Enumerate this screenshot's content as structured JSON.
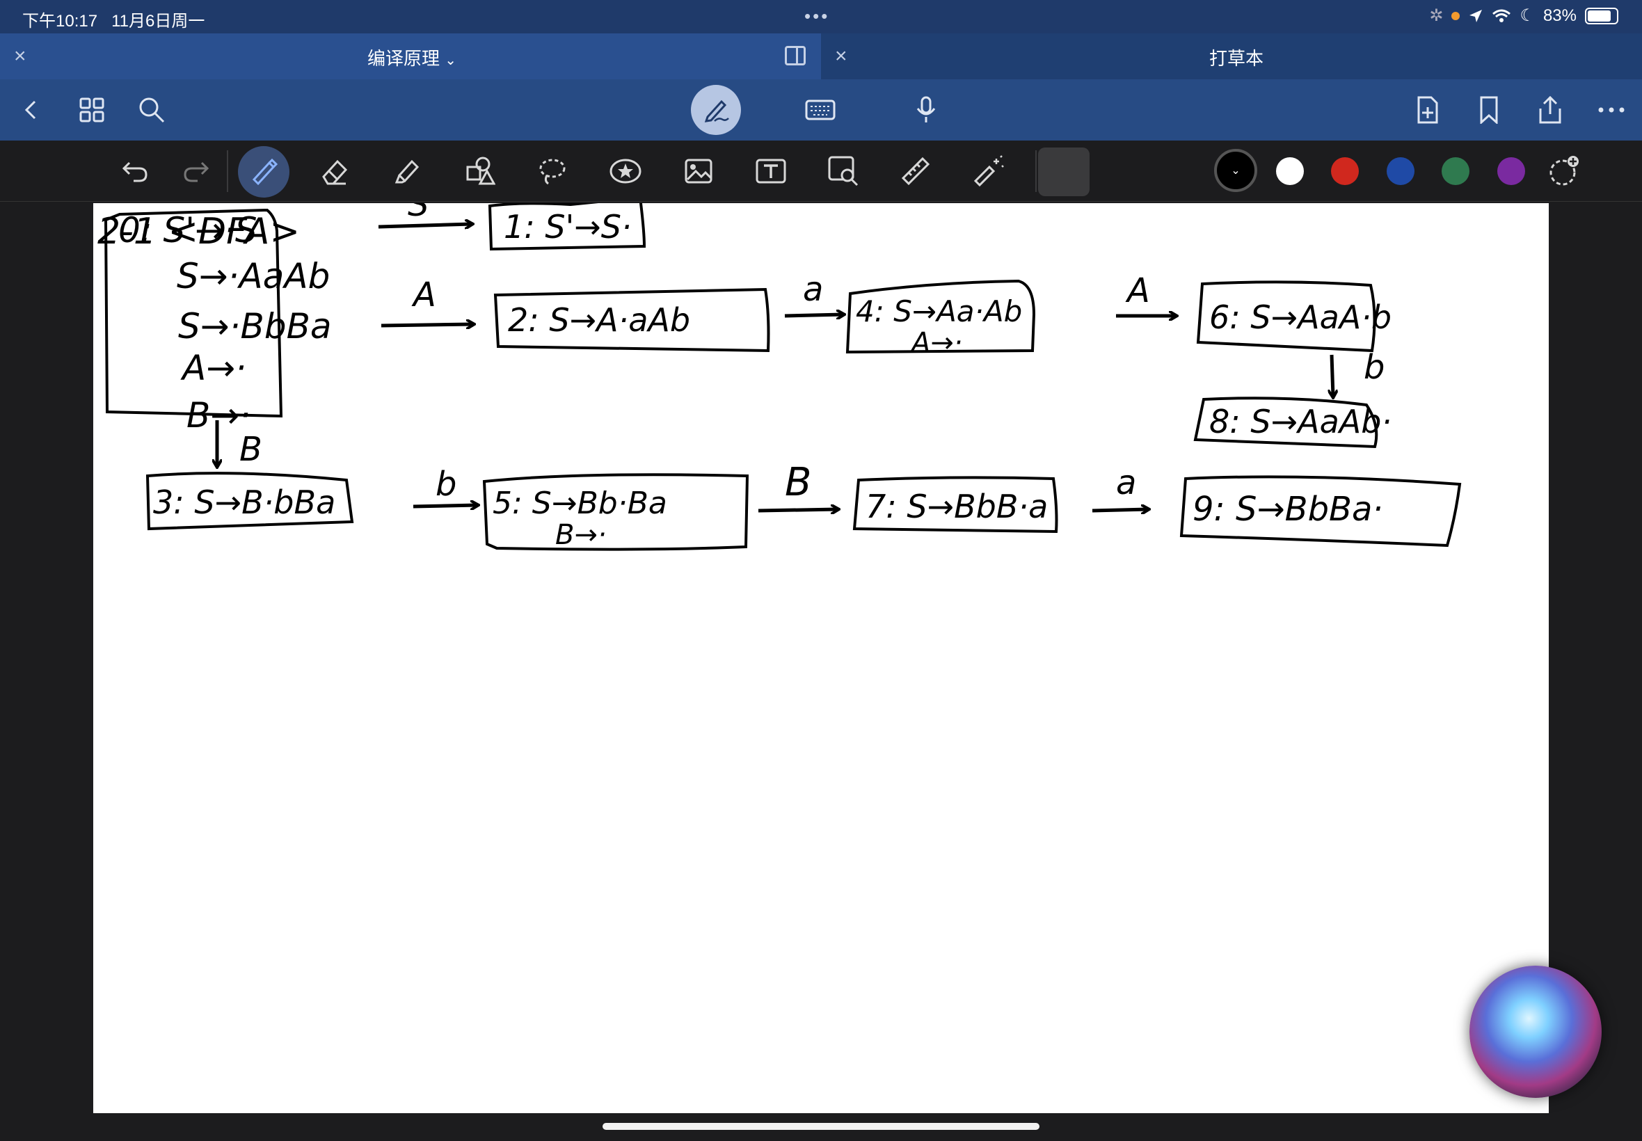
{
  "status": {
    "time": "下午10:17",
    "date": "11月6日周一",
    "battery": "83%",
    "battery_level": 0.83
  },
  "tabs": {
    "left_title": "编译原理",
    "right_title": "打草本"
  },
  "note": {
    "heading": "2-1 <DFA>",
    "states": [
      {
        "id": "0",
        "items": [
          "0: S'→·S",
          "S→·AaAb",
          "S→·BbBa",
          "A→·",
          "B→·"
        ]
      },
      {
        "id": "1",
        "items": [
          "1: S'→S·"
        ]
      },
      {
        "id": "2",
        "items": [
          "2: S→A·aAb"
        ]
      },
      {
        "id": "3",
        "items": [
          "3: S→B·bBa"
        ]
      },
      {
        "id": "4",
        "items": [
          "4: S→Aa·Ab",
          "A→·"
        ]
      },
      {
        "id": "5",
        "items": [
          "5: S→Bb·Ba",
          "B→·"
        ]
      },
      {
        "id": "6",
        "items": [
          "6: S→AaA·b"
        ]
      },
      {
        "id": "7",
        "items": [
          "7: S→BbB·a"
        ]
      },
      {
        "id": "8",
        "items": [
          "8: S→AaAb·"
        ]
      },
      {
        "id": "9",
        "items": [
          "9: S→BbBa·"
        ]
      }
    ],
    "transitions": [
      {
        "from": "0",
        "to": "1",
        "symbol": "S"
      },
      {
        "from": "0",
        "to": "2",
        "symbol": "A"
      },
      {
        "from": "0",
        "to": "3",
        "symbol": "B"
      },
      {
        "from": "2",
        "to": "4",
        "symbol": "a"
      },
      {
        "from": "4",
        "to": "6",
        "symbol": "A"
      },
      {
        "from": "6",
        "to": "8",
        "symbol": "b"
      },
      {
        "from": "3",
        "to": "5",
        "symbol": "b"
      },
      {
        "from": "5",
        "to": "7",
        "symbol": "B"
      },
      {
        "from": "7",
        "to": "9",
        "symbol": "a"
      }
    ]
  },
  "colors": {
    "ink": "#000000",
    "swatches": [
      "#000000",
      "#ffffff",
      "#d0281e",
      "#1f4aa6",
      "#2f7a4f",
      "#7a2aa0"
    ]
  }
}
